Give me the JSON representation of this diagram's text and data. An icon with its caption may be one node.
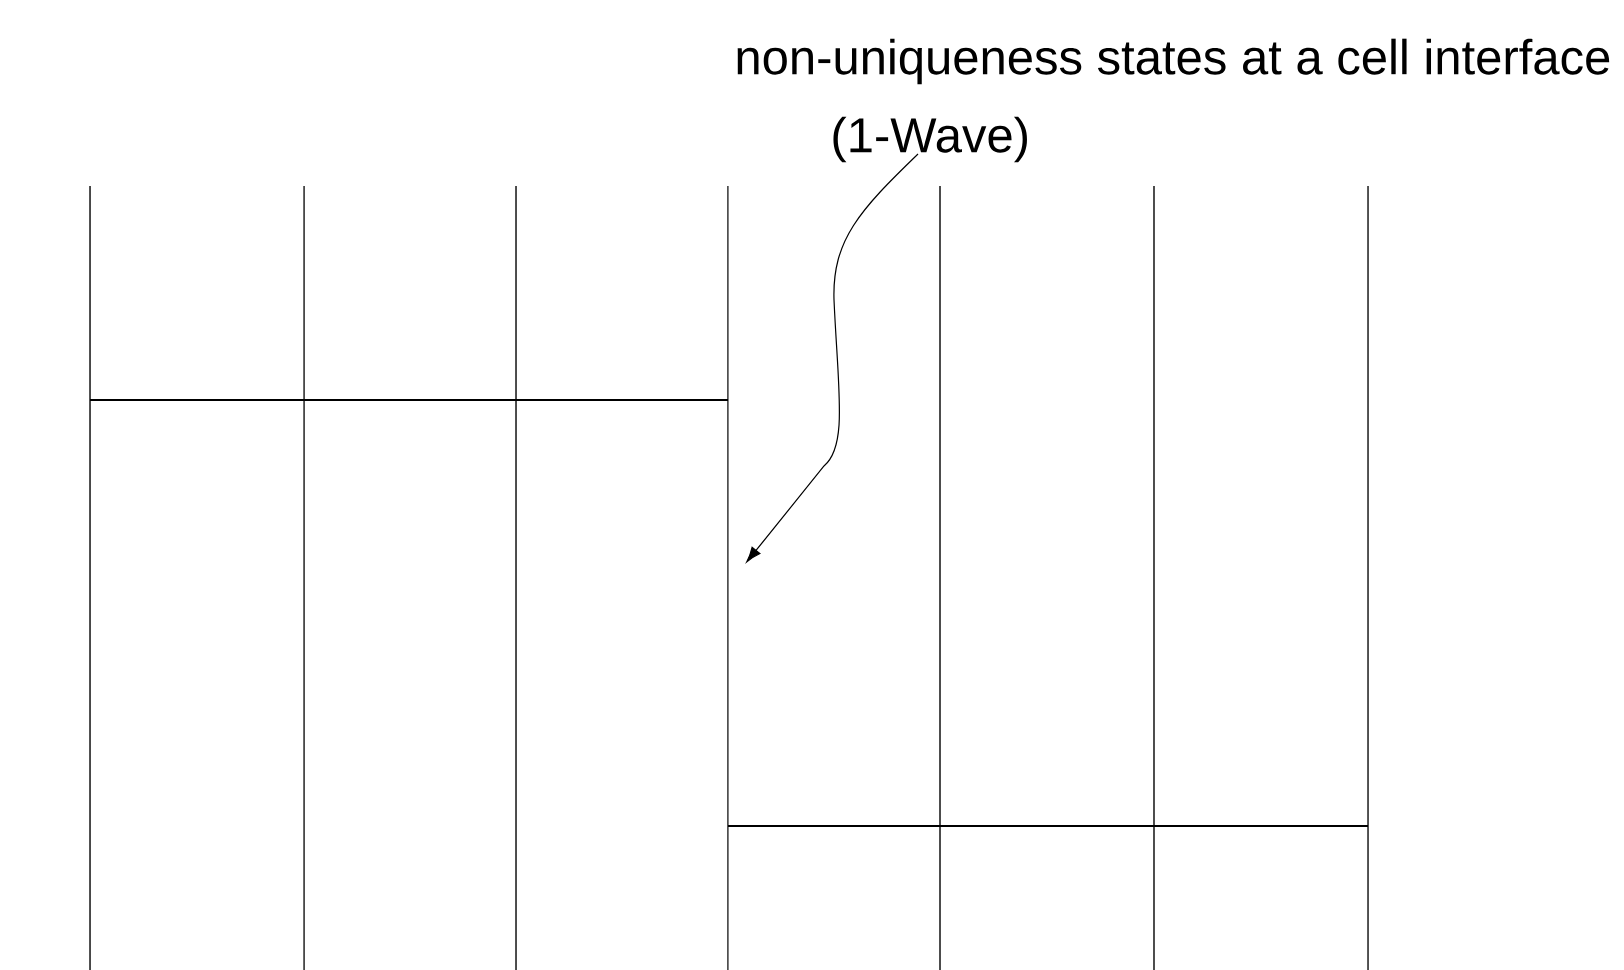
{
  "diagram": {
    "nodes": [
      {
        "text": [
          "non-uniqueness states at a cell interface",
          "(1-Wave)"
        ]
      },
      {
        "text": [],
        "shape": "line"
      }
    ],
    "edges": [
      {
        "from": 0,
        "to": 1,
        "arrow": "to"
      }
    ]
  }
}
